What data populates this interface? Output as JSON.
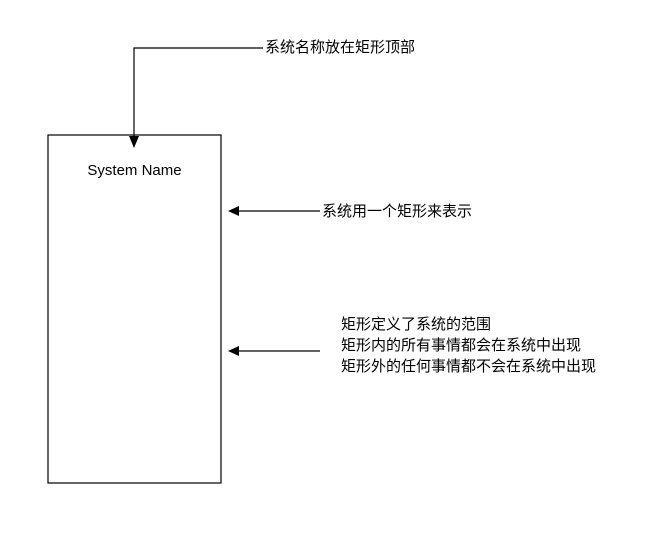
{
  "system_box": {
    "title": "System Name"
  },
  "annotations": {
    "top_label": "系统名称放在矩形顶部",
    "middle_label": "系统用一个矩形来表示",
    "bottom_lines": [
      "矩形定义了系统的范围",
      "矩形内的所有事情都会在系统中出现",
      "矩形外的任何事情都不会在系统中出现"
    ]
  },
  "colors": {
    "stroke": "#000000",
    "background": "#ffffff"
  }
}
